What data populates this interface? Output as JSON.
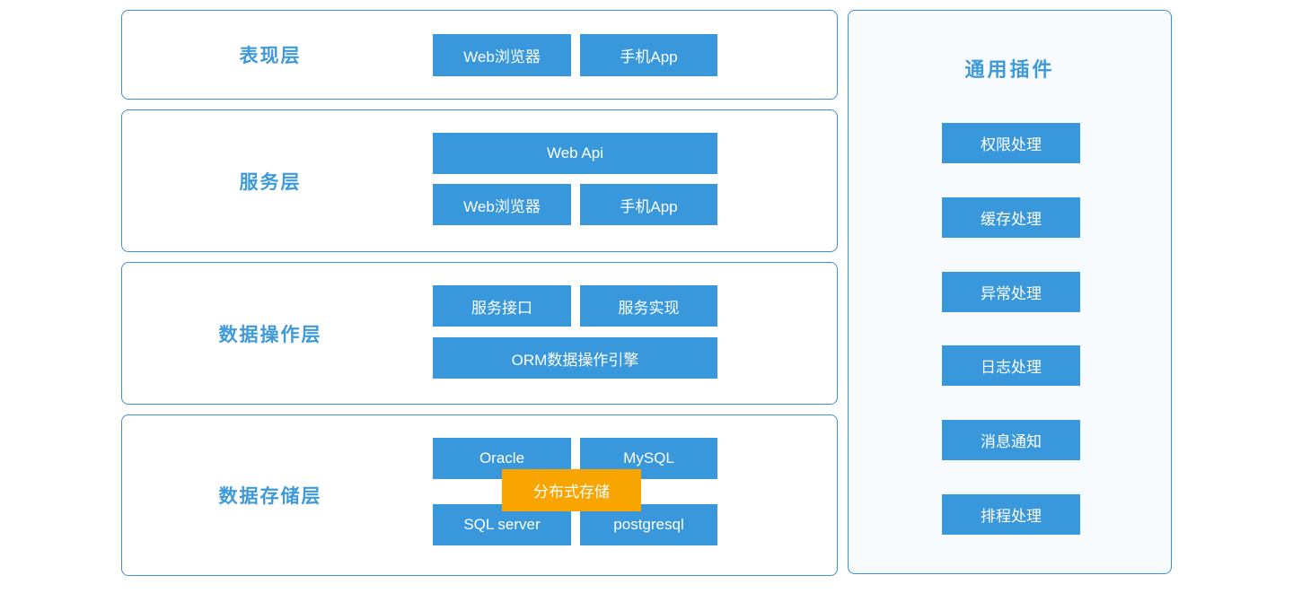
{
  "colors": {
    "node_blue": "#3898db",
    "border_blue": "#3d8fd9",
    "title_blue": "#3f9ad9",
    "overlay_orange": "#f8a502",
    "panel_bg": "#f7fbfe"
  },
  "layers": [
    {
      "title": "表现层",
      "buttons": [
        {
          "label": "Web浏览器"
        },
        {
          "label": "手机App"
        }
      ]
    },
    {
      "title": "服务层",
      "buttons": [
        {
          "label": "Web Api"
        },
        {
          "label": "Web浏览器"
        },
        {
          "label": "手机App"
        }
      ]
    },
    {
      "title": "数据操作层",
      "buttons": [
        {
          "label": "服务接口"
        },
        {
          "label": "服务实现"
        },
        {
          "label": "ORM数据操作引擎"
        }
      ]
    },
    {
      "title": "数据存储层",
      "buttons": [
        {
          "label": "Oracle"
        },
        {
          "label": "MySQL"
        },
        {
          "label": "SQL server"
        },
        {
          "label": "postgresql"
        }
      ],
      "overlay": {
        "label": "分布式存储"
      }
    }
  ],
  "plugins_panel": {
    "title": "通用插件",
    "items": [
      {
        "label": "权限处理"
      },
      {
        "label": "缓存处理"
      },
      {
        "label": "异常处理"
      },
      {
        "label": "日志处理"
      },
      {
        "label": "消息通知"
      },
      {
        "label": "排程处理"
      }
    ]
  }
}
